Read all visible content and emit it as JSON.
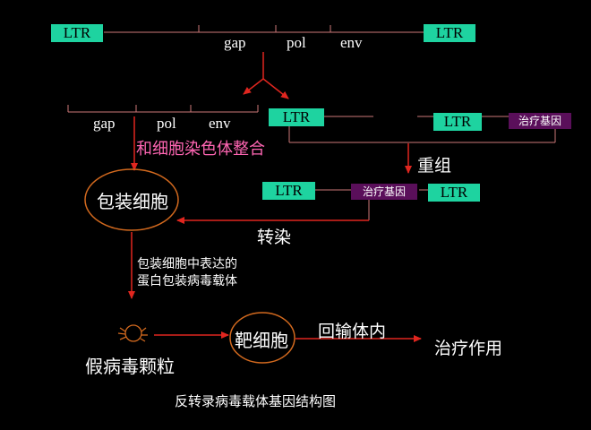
{
  "top_construct": {
    "ltr_left": "LTR",
    "ltr_right": "LTR",
    "genes": [
      "gap",
      "pol",
      "env"
    ]
  },
  "left_construct": {
    "genes": [
      "gap",
      "pol",
      "env"
    ],
    "integrate_label": "和细胞染色体整合"
  },
  "right_construct": {
    "ltr_a": "LTR",
    "ltr_b": "LTR",
    "therapy_gene": "治疗基因",
    "recombine_label": "重组"
  },
  "recombinant": {
    "ltr_left": "LTR",
    "therapy_gene": "治疗基因",
    "ltr_right": "LTR"
  },
  "transfect_label": "转染",
  "packaging_cell": "包装细胞",
  "expression_note_line1": "包装细胞中表达的",
  "expression_note_line2": "蛋白包装病毒载体",
  "pseudovirus_label": "假病毒颗粒",
  "target_cell": "靶细胞",
  "reinfusion_label": "回输体内",
  "therapy_effect": "治疗作用",
  "caption": "反转录病毒载体基因结构图",
  "colors": {
    "ltr": "#1ed3a0",
    "therapy_gene": "#5a0f5a",
    "arrow": "#e0261f",
    "highlight_text": "#ff66b3"
  }
}
